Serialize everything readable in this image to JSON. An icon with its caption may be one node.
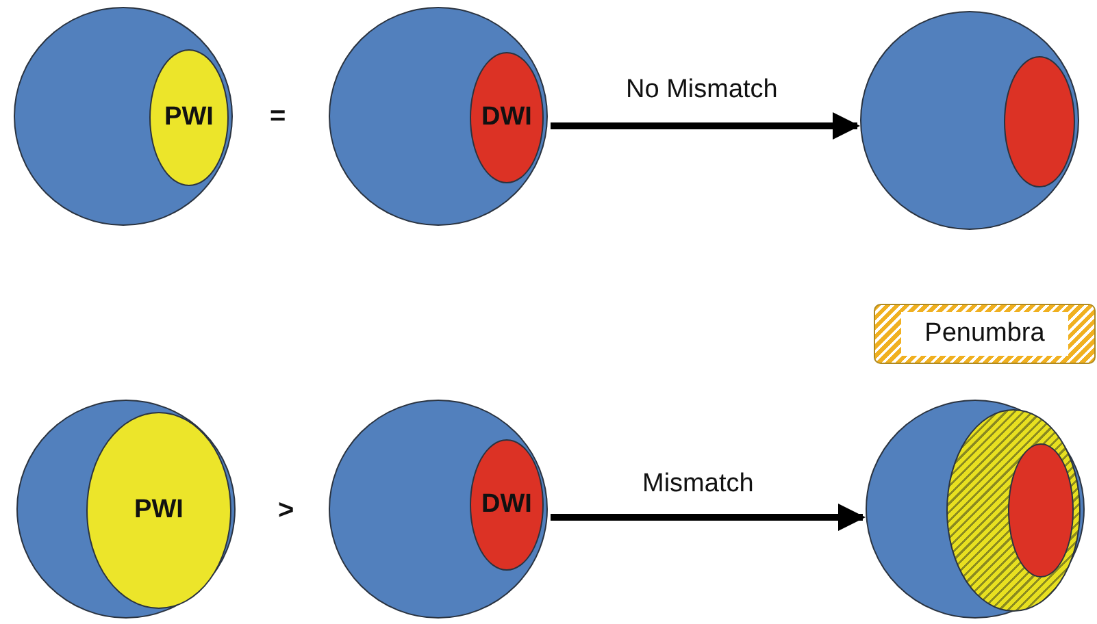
{
  "diagram": {
    "nodes": [
      {
        "text": [],
        "shape": "circle"
      },
      {
        "text": [
          "PWI"
        ],
        "in": 0
      },
      {
        "text": [],
        "shape": "circle"
      },
      {
        "text": [
          "DWI"
        ],
        "in": 2
      },
      {
        "text": [],
        "shape": "circle"
      },
      {
        "text": [],
        "shape": "ellipse",
        "in": 4
      },
      {
        "text": [],
        "shape": "circle"
      },
      {
        "text": [
          "PWI"
        ],
        "in": 6
      },
      {
        "text": [],
        "shape": "circle"
      },
      {
        "text": [
          "DWI"
        ],
        "in": 8
      },
      {
        "text": [],
        "shape": "circle"
      },
      {
        "text": [],
        "shape": "ellipse",
        "in": 10
      },
      {
        "text": [],
        "shape": "ellipse",
        "in": 11
      }
    ],
    "edges": [
      {
        "from": 2,
        "to": 4,
        "arrow": "to",
        "label": "No Mismatch"
      },
      {
        "from": 8,
        "to": 10,
        "arrow": "to",
        "label": "Mismatch"
      }
    ],
    "labels": [
      "=",
      ">"
    ],
    "legend": [
      {
        "text": "Penumbra"
      }
    ]
  }
}
